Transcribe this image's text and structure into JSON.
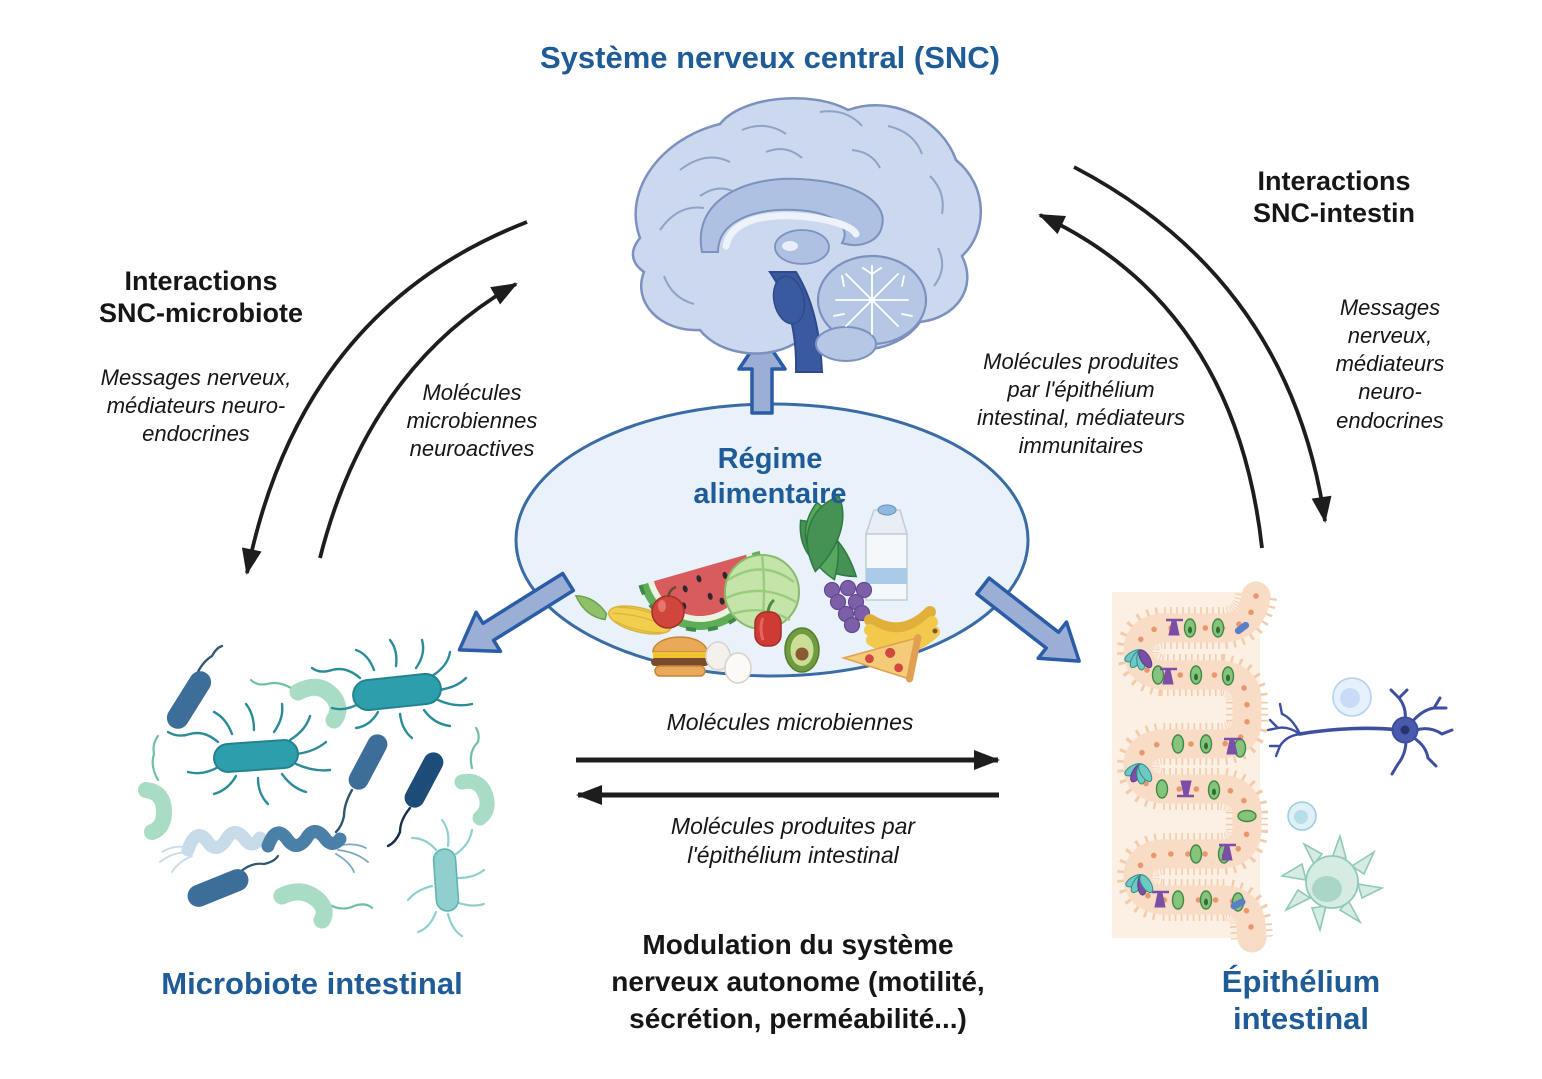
{
  "title": "Système nerveux central (SNC)",
  "nodes": {
    "regime": "Régime\nalimentaire",
    "microbiote": "Microbiote intestinal",
    "epithelium": "Épithélium intestinal"
  },
  "left": {
    "heading": "Interactions\nSNC-microbiote",
    "outer_arrow_label": "Messages nerveux,\nmédiateurs neuro-\nendocrines",
    "inner_arrow_label": "Molécules\nmicrobiennes\nneuroactives"
  },
  "right": {
    "heading": "Interactions SNC-intestin",
    "outer_arrow_label": "Messages nerveux,\nmédiateurs neuro-\nendocrines",
    "inner_arrow_label": "Molécules produites\npar l'épithélium\nintestinal, médiateurs\nimmunitaires"
  },
  "middle": {
    "to_epithelium_label": "Molécules microbiennes",
    "to_microbiote_label": "Molécules produites par\nl'épithélium intestinal",
    "modulation_label": "Modulation du système\nnerveux autonome (motilité,\nsécrétion, perméabilité...)"
  },
  "colors": {
    "heading_blue": "#1e5b97",
    "text_black": "#161616",
    "arrow_black": "#1d1d1d",
    "block_arrow_fill": "#9baed4",
    "block_arrow_stroke": "#2b5ca7",
    "ellipse_fill": "#e9f1fa",
    "ellipse_stroke": "#3a6ba5"
  }
}
